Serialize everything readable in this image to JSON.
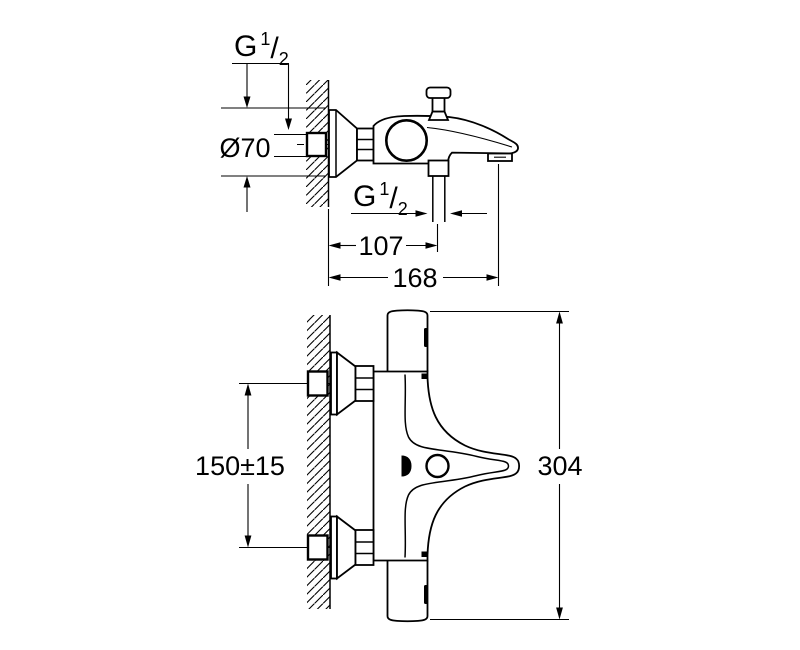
{
  "drawing_type": "technical-installation-diagram",
  "colors": {
    "line": "#000000",
    "background": "#ffffff"
  },
  "views": {
    "side": {
      "thread_wall": {
        "prefix": "G",
        "numerator": "1",
        "slash": "/",
        "denominator": "2"
      },
      "diameter_label": "Ø70",
      "thread_outlet": {
        "prefix": "G",
        "numerator": "1",
        "slash": "/",
        "denominator": "2"
      },
      "dim_wall_to_outlet": "107",
      "dim_wall_to_spout": "168"
    },
    "plan": {
      "dim_union_spacing": "150±15",
      "dim_overall": "304"
    }
  }
}
